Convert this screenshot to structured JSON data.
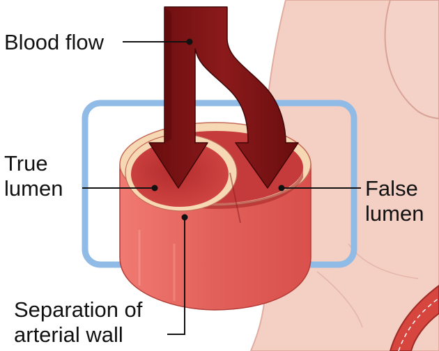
{
  "labels": {
    "blood_flow": "Blood flow",
    "true_lumen": [
      "True",
      "lumen"
    ],
    "false_lumen": [
      "False",
      "lumen"
    ],
    "separation": [
      "Separation of",
      "arterial wall"
    ]
  },
  "colors": {
    "background_tissue": "#f3cfc4",
    "tissue_edge": "#e0ada0",
    "vessel_outer": "#e2605a",
    "vessel_dark": "#b8302f",
    "wall_cream": "#f6d8b4",
    "lumen_inner": "#c9393a",
    "arrow_fill": "#7a1112",
    "highlight_box": "#8fbbe6",
    "leader_line": "#111111"
  }
}
